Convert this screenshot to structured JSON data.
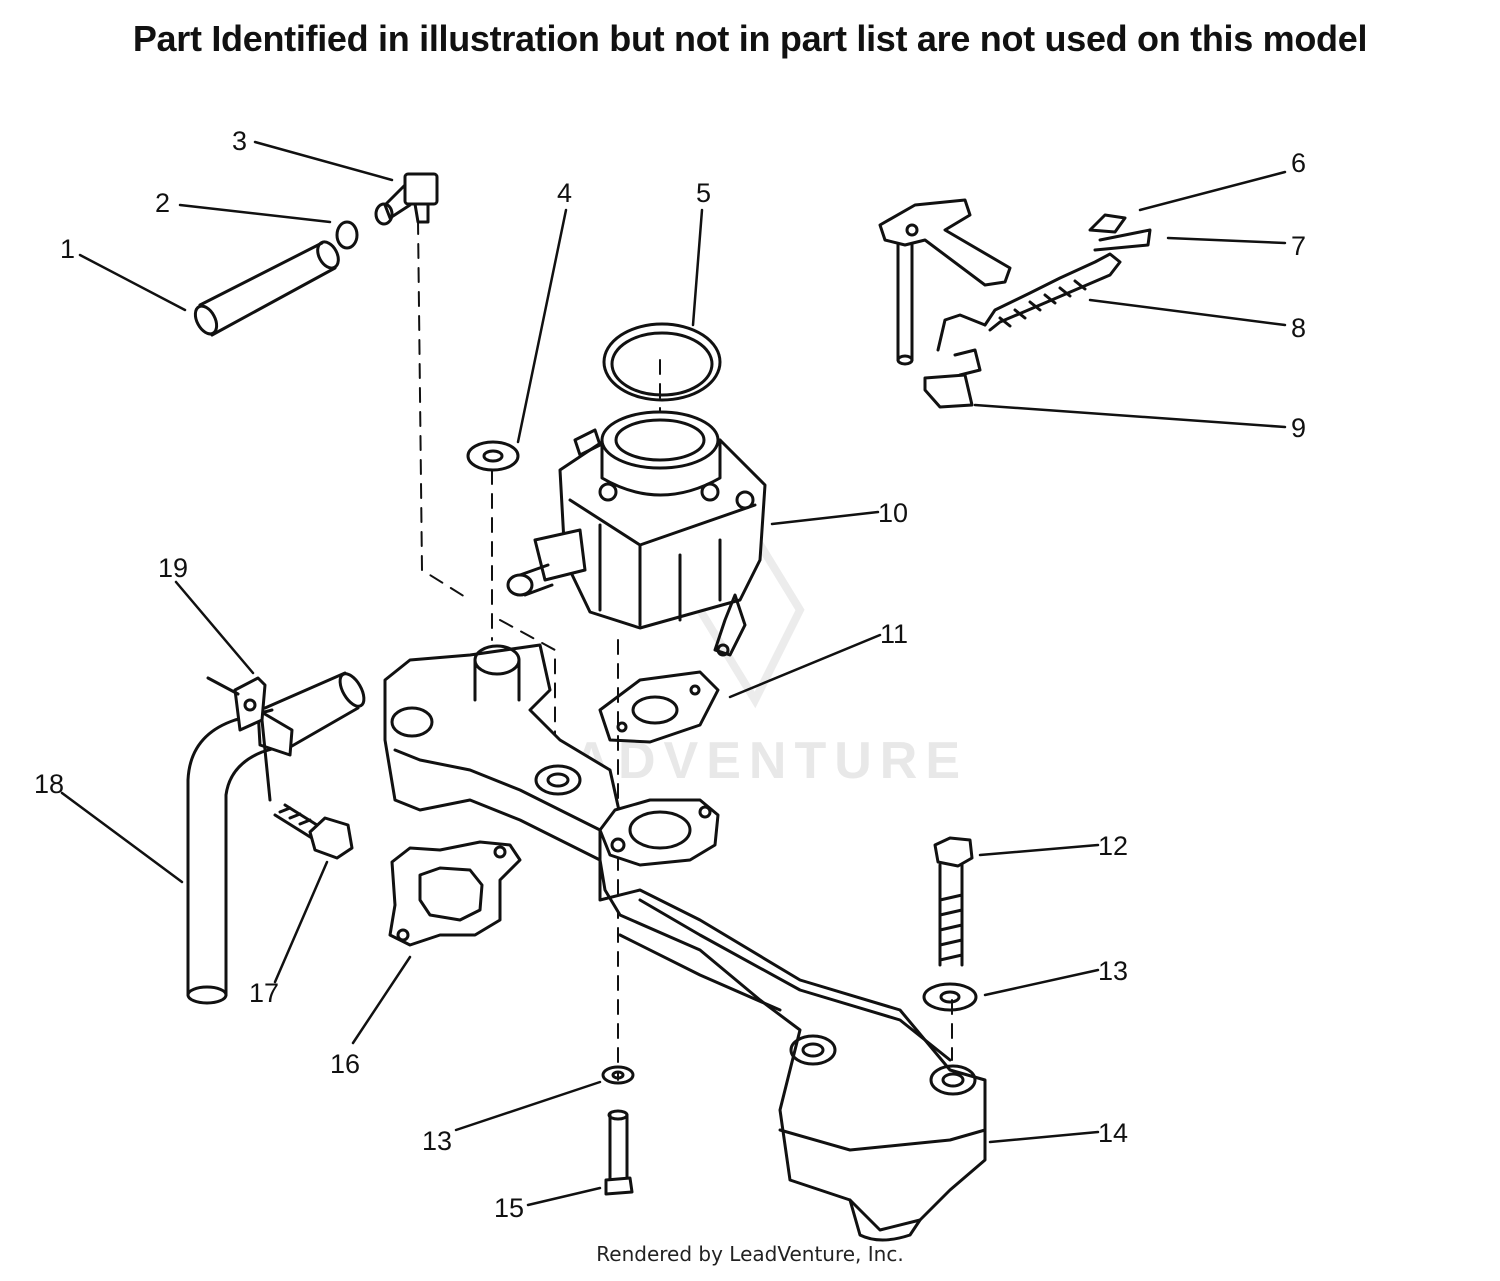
{
  "header": {
    "notice": "Part Identified in illustration but not in part list are not used on this model"
  },
  "footer": {
    "credit": "Rendered by LeadVenture, Inc."
  },
  "watermark": {
    "text": "LEADVENTURE"
  },
  "callouts": {
    "c1": "1",
    "c2": "2",
    "c3": "3",
    "c4": "4",
    "c5": "5",
    "c6": "6",
    "c7": "7",
    "c8": "8",
    "c9": "9",
    "c10": "10",
    "c11": "11",
    "c12": "12",
    "c13a": "13",
    "c13b": "13",
    "c14": "14",
    "c15": "15",
    "c16": "16",
    "c17": "17",
    "c18": "18",
    "c19": "19"
  }
}
